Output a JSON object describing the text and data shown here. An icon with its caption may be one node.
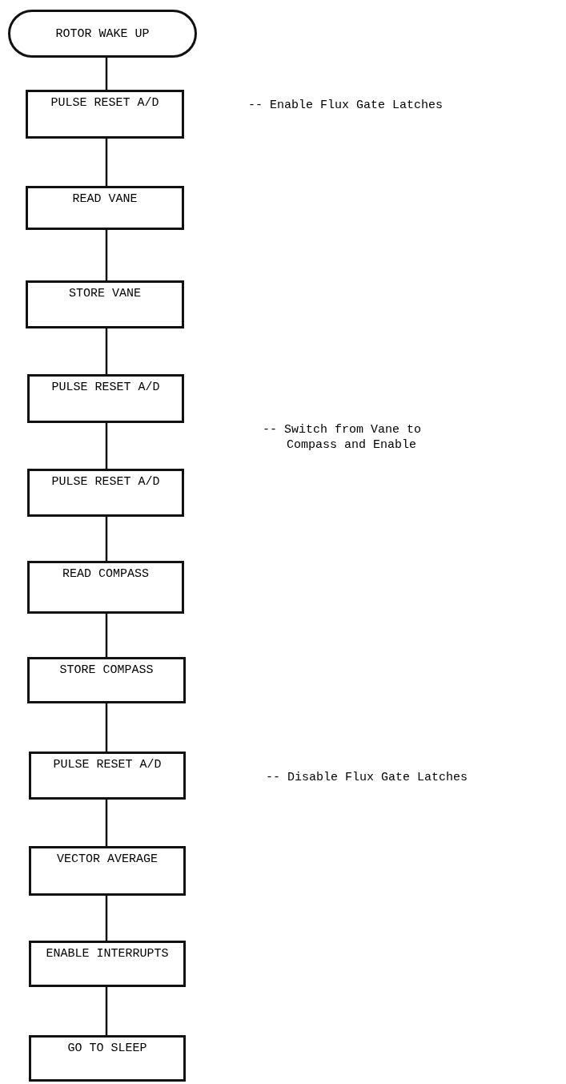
{
  "diagram": {
    "nodes": [
      {
        "text": [
          "ROTOR WAKE UP"
        ]
      },
      {
        "text": [
          "PULSE RESET A/D"
        ]
      },
      {
        "text": [
          "READ VANE"
        ]
      },
      {
        "text": [
          "STORE VANE"
        ]
      },
      {
        "text": [
          "PULSE RESET A/D"
        ]
      },
      {
        "text": [
          "PULSE RESET A/D"
        ]
      },
      {
        "text": [
          "READ COMPASS"
        ]
      },
      {
        "text": [
          "STORE COMPASS"
        ]
      },
      {
        "text": [
          "PULSE RESET A/D"
        ]
      },
      {
        "text": [
          "VECTOR AVERAGE"
        ]
      },
      {
        "text": [
          "ENABLE INTERRUPTS"
        ]
      },
      {
        "text": [
          "GO TO SLEEP"
        ]
      }
    ],
    "edges": [
      {
        "from": 0,
        "to": 1,
        "arrow": "none"
      },
      {
        "from": 1,
        "to": 2,
        "arrow": "none"
      },
      {
        "from": 2,
        "to": 3,
        "arrow": "none"
      },
      {
        "from": 3,
        "to": 4,
        "arrow": "none"
      },
      {
        "from": 4,
        "to": 5,
        "arrow": "none"
      },
      {
        "from": 5,
        "to": 6,
        "arrow": "none"
      },
      {
        "from": 6,
        "to": 7,
        "arrow": "none"
      },
      {
        "from": 7,
        "to": 8,
        "arrow": "none"
      },
      {
        "from": 8,
        "to": 9,
        "arrow": "none"
      },
      {
        "from": 9,
        "to": 10,
        "arrow": "none"
      },
      {
        "from": 10,
        "to": 11,
        "arrow": "none"
      }
    ],
    "labels": [
      "-- Enable Flux Gate Latches",
      "-- Switch from Vane to Compass and Enable",
      "-- Disable Flux Gate Latches"
    ]
  }
}
